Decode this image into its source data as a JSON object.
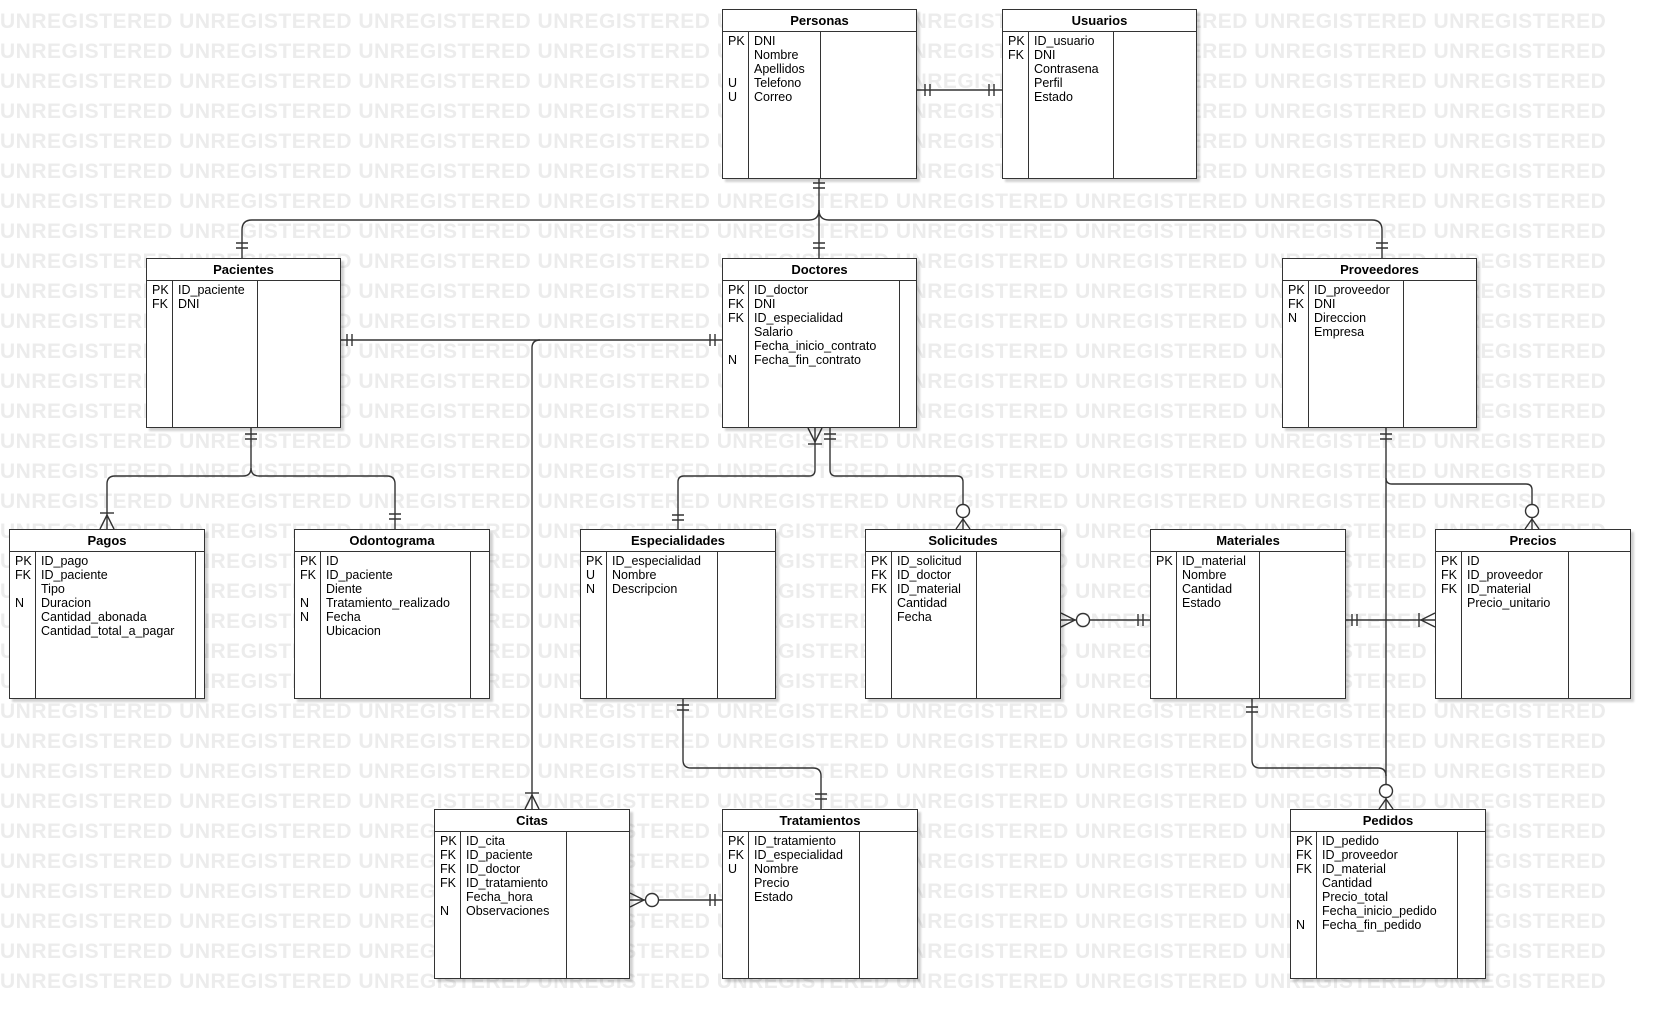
{
  "watermark_text": "UNREGISTERED",
  "entities": {
    "personas": {
      "title": "Personas",
      "rows": [
        {
          "key": "PK",
          "name": "DNI"
        },
        {
          "key": "",
          "name": "Nombre"
        },
        {
          "key": "",
          "name": "Apellidos"
        },
        {
          "key": "U",
          "name": "Telefono"
        },
        {
          "key": "U",
          "name": "Correo"
        }
      ]
    },
    "usuarios": {
      "title": "Usuarios",
      "rows": [
        {
          "key": "PK",
          "name": "ID_usuario"
        },
        {
          "key": "FK",
          "name": "DNI"
        },
        {
          "key": "",
          "name": "Contrasena"
        },
        {
          "key": "",
          "name": "Perfil"
        },
        {
          "key": "",
          "name": "Estado"
        }
      ]
    },
    "pacientes": {
      "title": "Pacientes",
      "rows": [
        {
          "key": "PK",
          "name": "ID_paciente"
        },
        {
          "key": "FK",
          "name": "DNI"
        }
      ]
    },
    "doctores": {
      "title": "Doctores",
      "rows": [
        {
          "key": "PK",
          "name": "ID_doctor"
        },
        {
          "key": "FK",
          "name": "DNI"
        },
        {
          "key": "FK",
          "name": "ID_especialidad"
        },
        {
          "key": "",
          "name": "Salario"
        },
        {
          "key": "",
          "name": "Fecha_inicio_contrato"
        },
        {
          "key": "N",
          "name": "Fecha_fin_contrato"
        }
      ]
    },
    "proveedores": {
      "title": "Proveedores",
      "rows": [
        {
          "key": "PK",
          "name": "ID_proveedor"
        },
        {
          "key": "FK",
          "name": "DNI"
        },
        {
          "key": "N",
          "name": "Direccion"
        },
        {
          "key": "",
          "name": "Empresa"
        }
      ]
    },
    "pagos": {
      "title": "Pagos",
      "rows": [
        {
          "key": "PK",
          "name": "ID_pago"
        },
        {
          "key": "FK",
          "name": "ID_paciente"
        },
        {
          "key": "",
          "name": "Tipo"
        },
        {
          "key": "N",
          "name": "Duracion"
        },
        {
          "key": "",
          "name": "Cantidad_abonada"
        },
        {
          "key": "",
          "name": "Cantidad_total_a_pagar"
        }
      ]
    },
    "odontograma": {
      "title": "Odontograma",
      "rows": [
        {
          "key": "PK",
          "name": "ID"
        },
        {
          "key": "FK",
          "name": "ID_paciente"
        },
        {
          "key": "",
          "name": "Diente"
        },
        {
          "key": "N",
          "name": "Tratamiento_realizado"
        },
        {
          "key": "N",
          "name": "Fecha"
        },
        {
          "key": "",
          "name": "Ubicacion"
        }
      ]
    },
    "especialidades": {
      "title": "Especialidades",
      "rows": [
        {
          "key": "PK",
          "name": "ID_especialidad"
        },
        {
          "key": "U",
          "name": "Nombre"
        },
        {
          "key": "N",
          "name": "Descripcion"
        }
      ]
    },
    "solicitudes": {
      "title": "Solicitudes",
      "rows": [
        {
          "key": "PK",
          "name": "ID_solicitud"
        },
        {
          "key": "FK",
          "name": "ID_doctor"
        },
        {
          "key": "FK",
          "name": "ID_material"
        },
        {
          "key": "",
          "name": "Cantidad"
        },
        {
          "key": "",
          "name": "Fecha"
        }
      ]
    },
    "materiales": {
      "title": "Materiales",
      "rows": [
        {
          "key": "PK",
          "name": "ID_material"
        },
        {
          "key": "",
          "name": "Nombre"
        },
        {
          "key": "",
          "name": "Cantidad"
        },
        {
          "key": "",
          "name": "Estado"
        }
      ]
    },
    "precios": {
      "title": "Precios",
      "rows": [
        {
          "key": "PK",
          "name": "ID"
        },
        {
          "key": "FK",
          "name": "ID_proveedor"
        },
        {
          "key": "FK",
          "name": "ID_material"
        },
        {
          "key": "",
          "name": "Precio_unitario"
        }
      ]
    },
    "citas": {
      "title": "Citas",
      "rows": [
        {
          "key": "PK",
          "name": "ID_cita"
        },
        {
          "key": "FK",
          "name": "ID_paciente"
        },
        {
          "key": "FK",
          "name": "ID_doctor"
        },
        {
          "key": "FK",
          "name": "ID_tratamiento"
        },
        {
          "key": "",
          "name": "Fecha_hora"
        },
        {
          "key": "N",
          "name": "Observaciones"
        }
      ]
    },
    "tratamientos": {
      "title": "Tratamientos",
      "rows": [
        {
          "key": "PK",
          "name": "ID_tratamiento"
        },
        {
          "key": "FK",
          "name": "ID_especialidad"
        },
        {
          "key": "U",
          "name": "Nombre"
        },
        {
          "key": "",
          "name": "Precio"
        },
        {
          "key": "",
          "name": "Estado"
        }
      ]
    },
    "pedidos": {
      "title": "Pedidos",
      "rows": [
        {
          "key": "PK",
          "name": "ID_pedido"
        },
        {
          "key": "FK",
          "name": "ID_proveedor"
        },
        {
          "key": "FK",
          "name": "ID_material"
        },
        {
          "key": "",
          "name": "Cantidad"
        },
        {
          "key": "",
          "name": "Precio_total"
        },
        {
          "key": "",
          "name": "Fecha_inicio_pedido"
        },
        {
          "key": "N",
          "name": "Fecha_fin_pedido"
        }
      ]
    }
  }
}
